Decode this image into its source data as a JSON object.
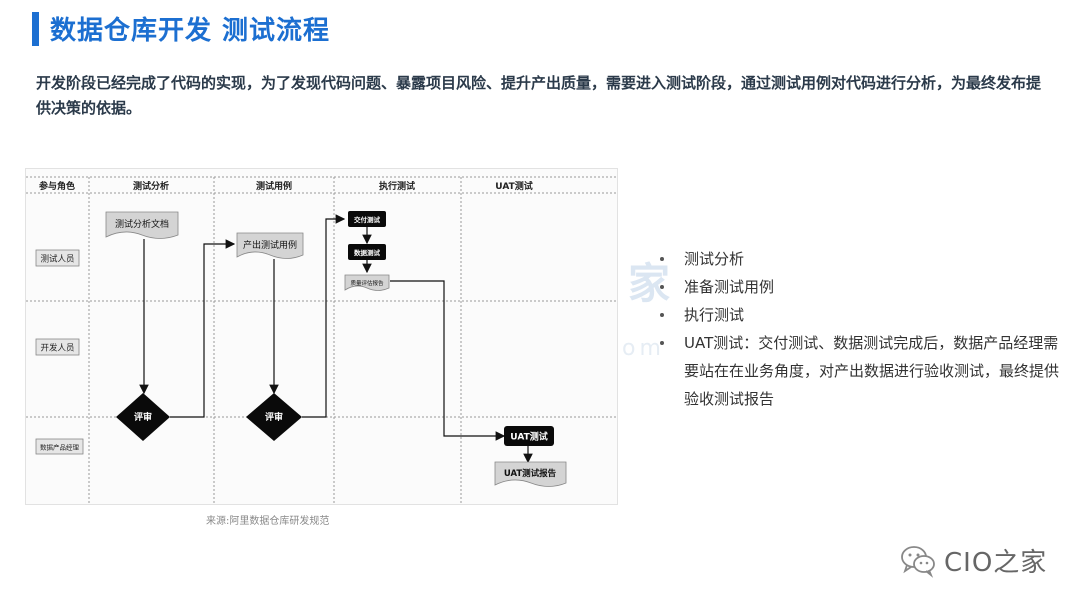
{
  "header": {
    "title": "数据仓库开发 测试流程"
  },
  "intro": {
    "text": "开发阶段已经完成了代码的实现，为了发现代码问题、暴露项目风险、提升产出质量，需要进入测试阶段，通过测试用例对代码进行分析，为最终发布提供决策的依据。"
  },
  "diagram": {
    "headers": [
      "参与角色",
      "测试分析",
      "测试用例",
      "执行测试",
      "UAT测试"
    ],
    "roles": [
      "测试人员",
      "开发人员",
      "数据产品经理"
    ],
    "nodes": {
      "analysis_doc": "测试分析文档",
      "review1": "评审",
      "case_output": "产出测试用例",
      "review2": "评审",
      "delivery_test": "交付测试",
      "data_test": "数据测试",
      "quality_report": "质量评估报告",
      "uat_test": "UAT测试",
      "uat_report": "UAT测试报告"
    },
    "source": "来源:阿里数据仓库研发规范"
  },
  "bullets": [
    "测试分析",
    "准备测试用例",
    "执行测试",
    "UAT测试：交付测试、数据测试完成后，数据产品经理需要站在在业务角度，对产出数据进行验收测试，最终提供验收测试报告"
  ],
  "brand": {
    "name": "CIO之家",
    "icon": "wechat-icon"
  },
  "watermark": {
    "char": "家",
    "latin": "om"
  },
  "colors": {
    "accent": "#1c6fd1",
    "node_dark": "#0a0a0a",
    "doc_fill": "#d4d4d4"
  }
}
